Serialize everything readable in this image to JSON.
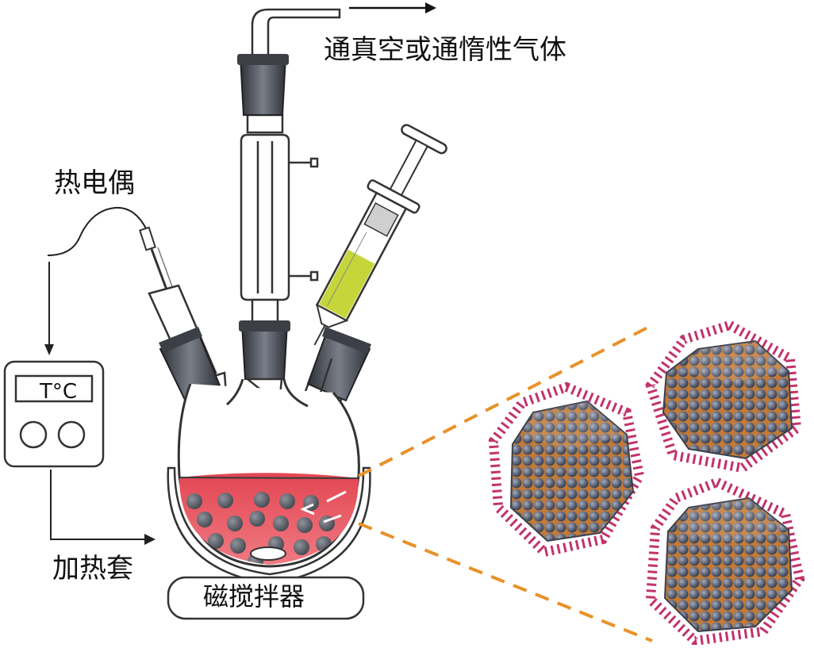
{
  "labels": {
    "gas_outlet": "通真空或通惰性气体",
    "thermocouple": "热电偶",
    "heating_mantle": "加热套",
    "magnetic_stirrer": "磁搅拌器",
    "temperature_display": "T°C"
  },
  "colors": {
    "solution": "#e04a55",
    "joint": "#4b4f57",
    "glass": "#3a3a3a",
    "syringe_liquid": "#c6d63a",
    "dashed_line": "#e8922a",
    "ligand": "#c2336a",
    "atom": "#5c6478"
  },
  "icons": [
    "magnetic-stir-bar-icon",
    "temperature-controller-icon",
    "nanocrystal-icon"
  ]
}
